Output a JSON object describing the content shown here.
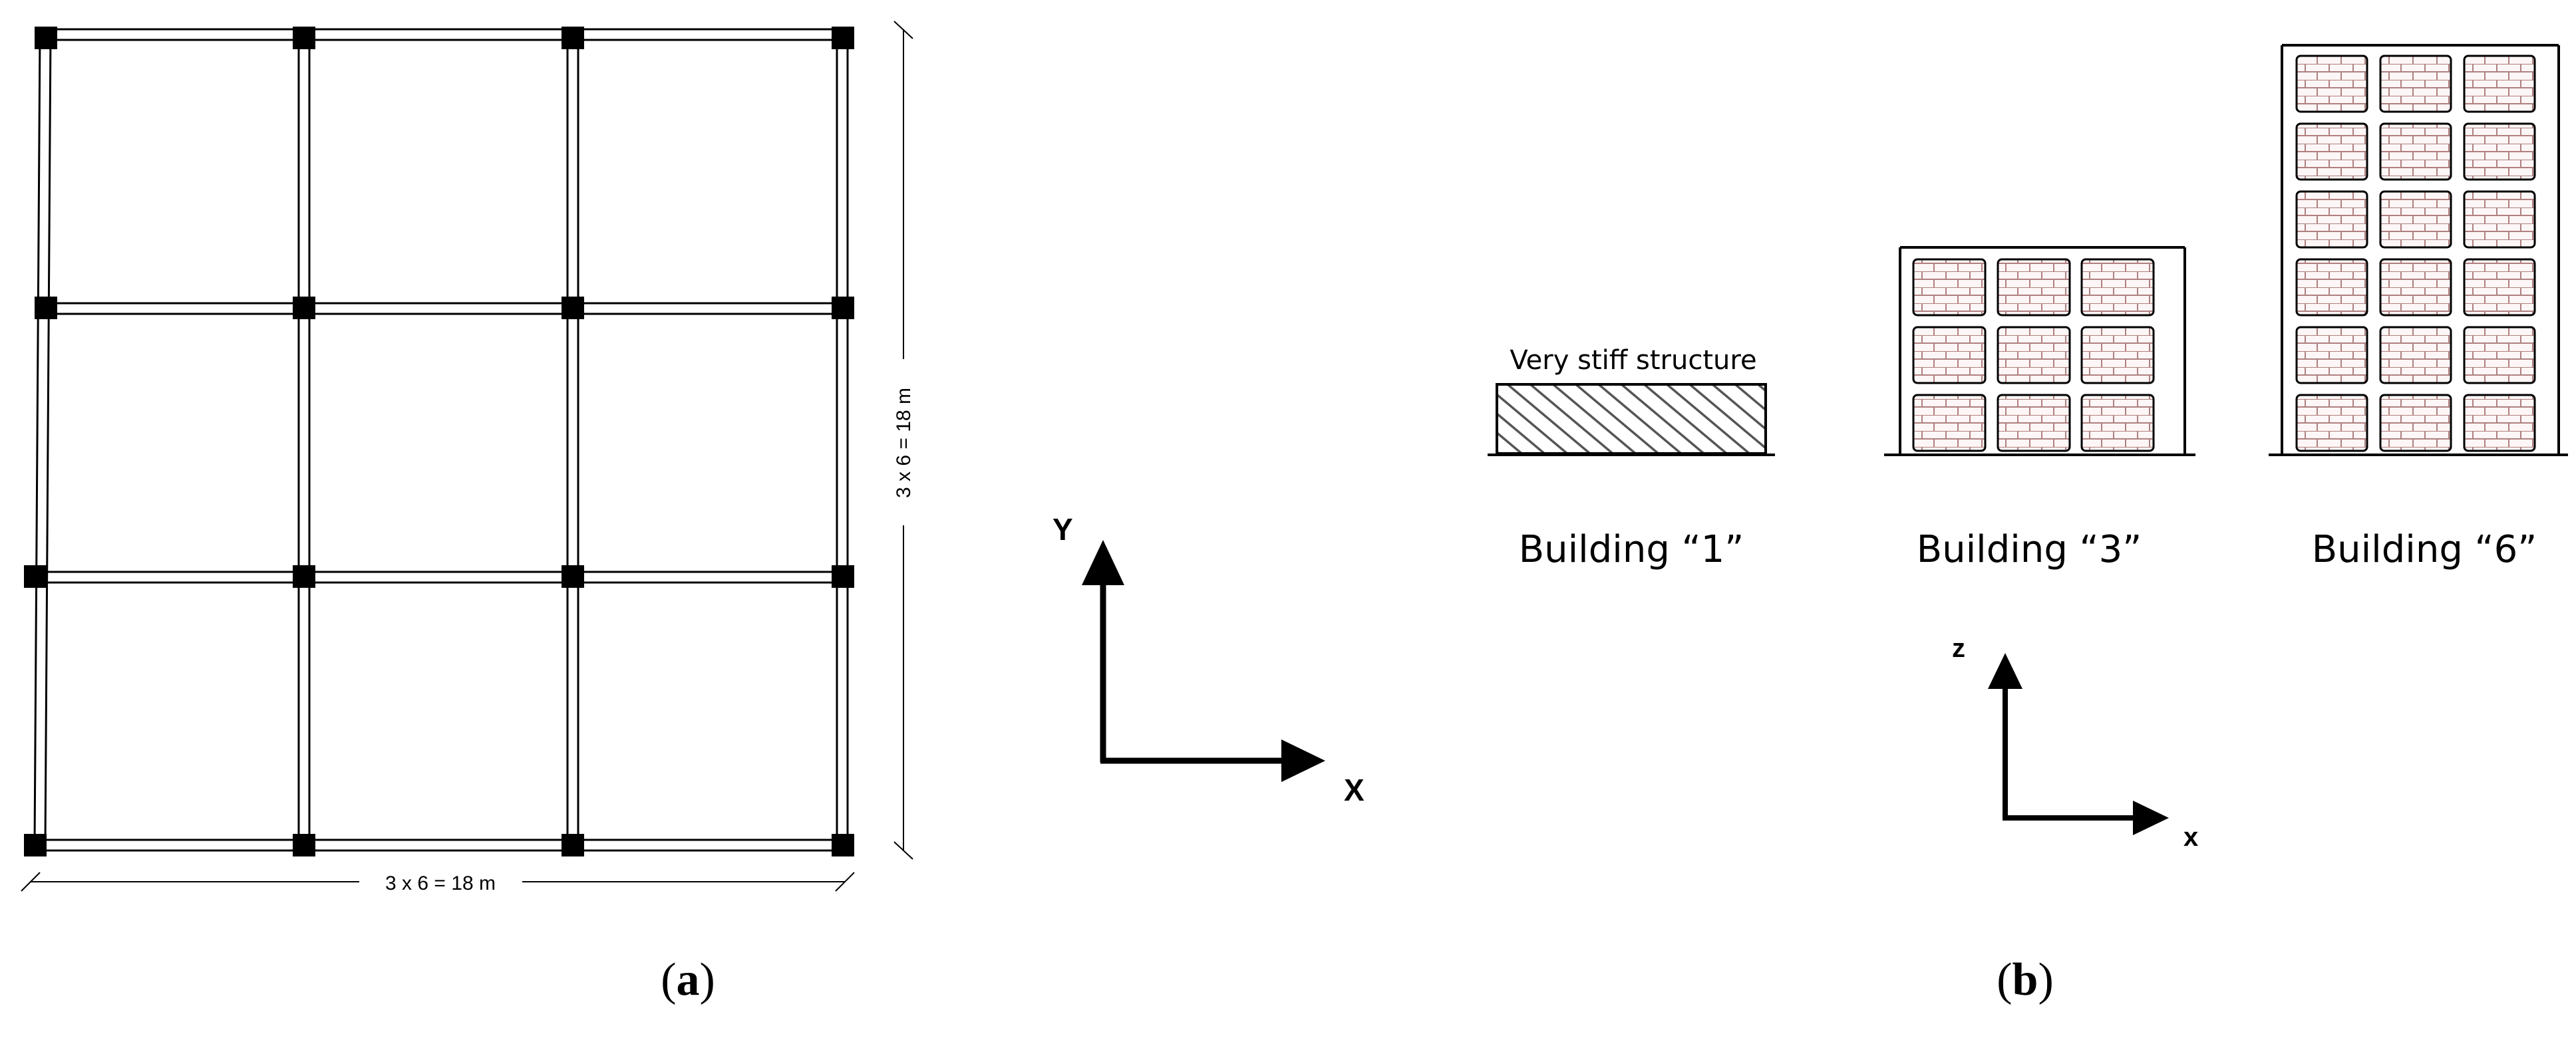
{
  "panel_a": {
    "dim_horizontal": "3 x 6 = 18 m",
    "dim_vertical": "3 x 6 = 18 m",
    "axis_y_label": "Y",
    "axis_x_label": "X",
    "caption_letter": "a"
  },
  "panel_b": {
    "stiff_label": "Very stiff structure",
    "building_1_label": "Building “1”",
    "building_3_label": "Building “3”",
    "building_6_label": "Building “6”",
    "axis_z_label": "z",
    "axis_x_label": "x",
    "caption_letter": "b"
  },
  "colors": {
    "line": "#000000",
    "brick": "#b08080",
    "infill_bg": "#fdf6f6"
  }
}
